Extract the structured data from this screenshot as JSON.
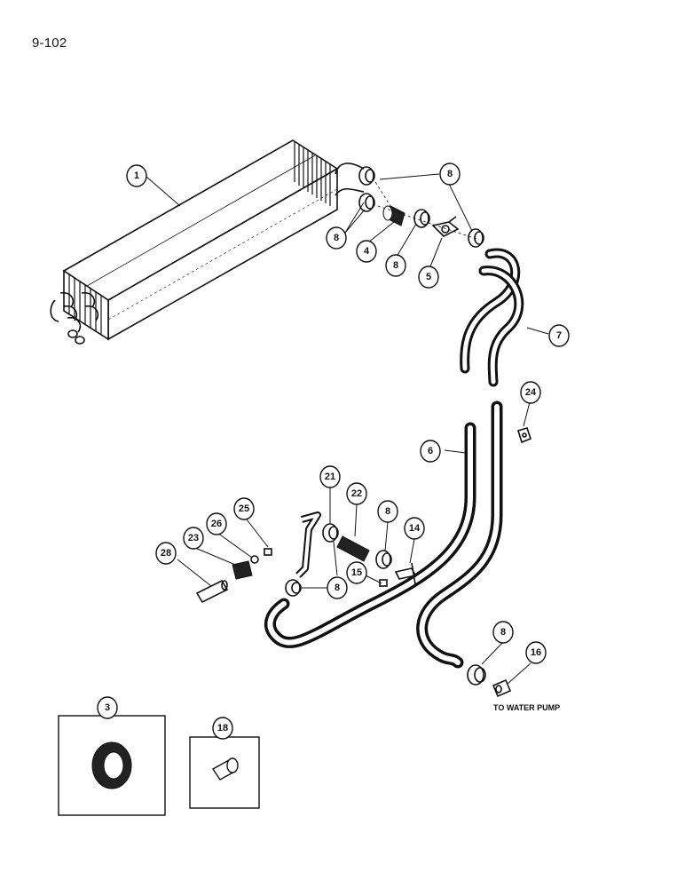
{
  "page_number": "9-102",
  "note": "TO WATER PUMP",
  "callouts": {
    "c1": "1",
    "c8a": "8",
    "c8b": "8",
    "c4": "4",
    "c8c": "8",
    "c5": "5",
    "c7": "7",
    "c24": "24",
    "c6": "6",
    "c21": "21",
    "c22": "22",
    "c8d": "8",
    "c14": "14",
    "c25": "25",
    "c26": "26",
    "c23": "23",
    "c28": "28",
    "c15": "15",
    "c8e": "8",
    "c8f": "8",
    "c16": "16",
    "c3": "3",
    "c18": "18"
  }
}
